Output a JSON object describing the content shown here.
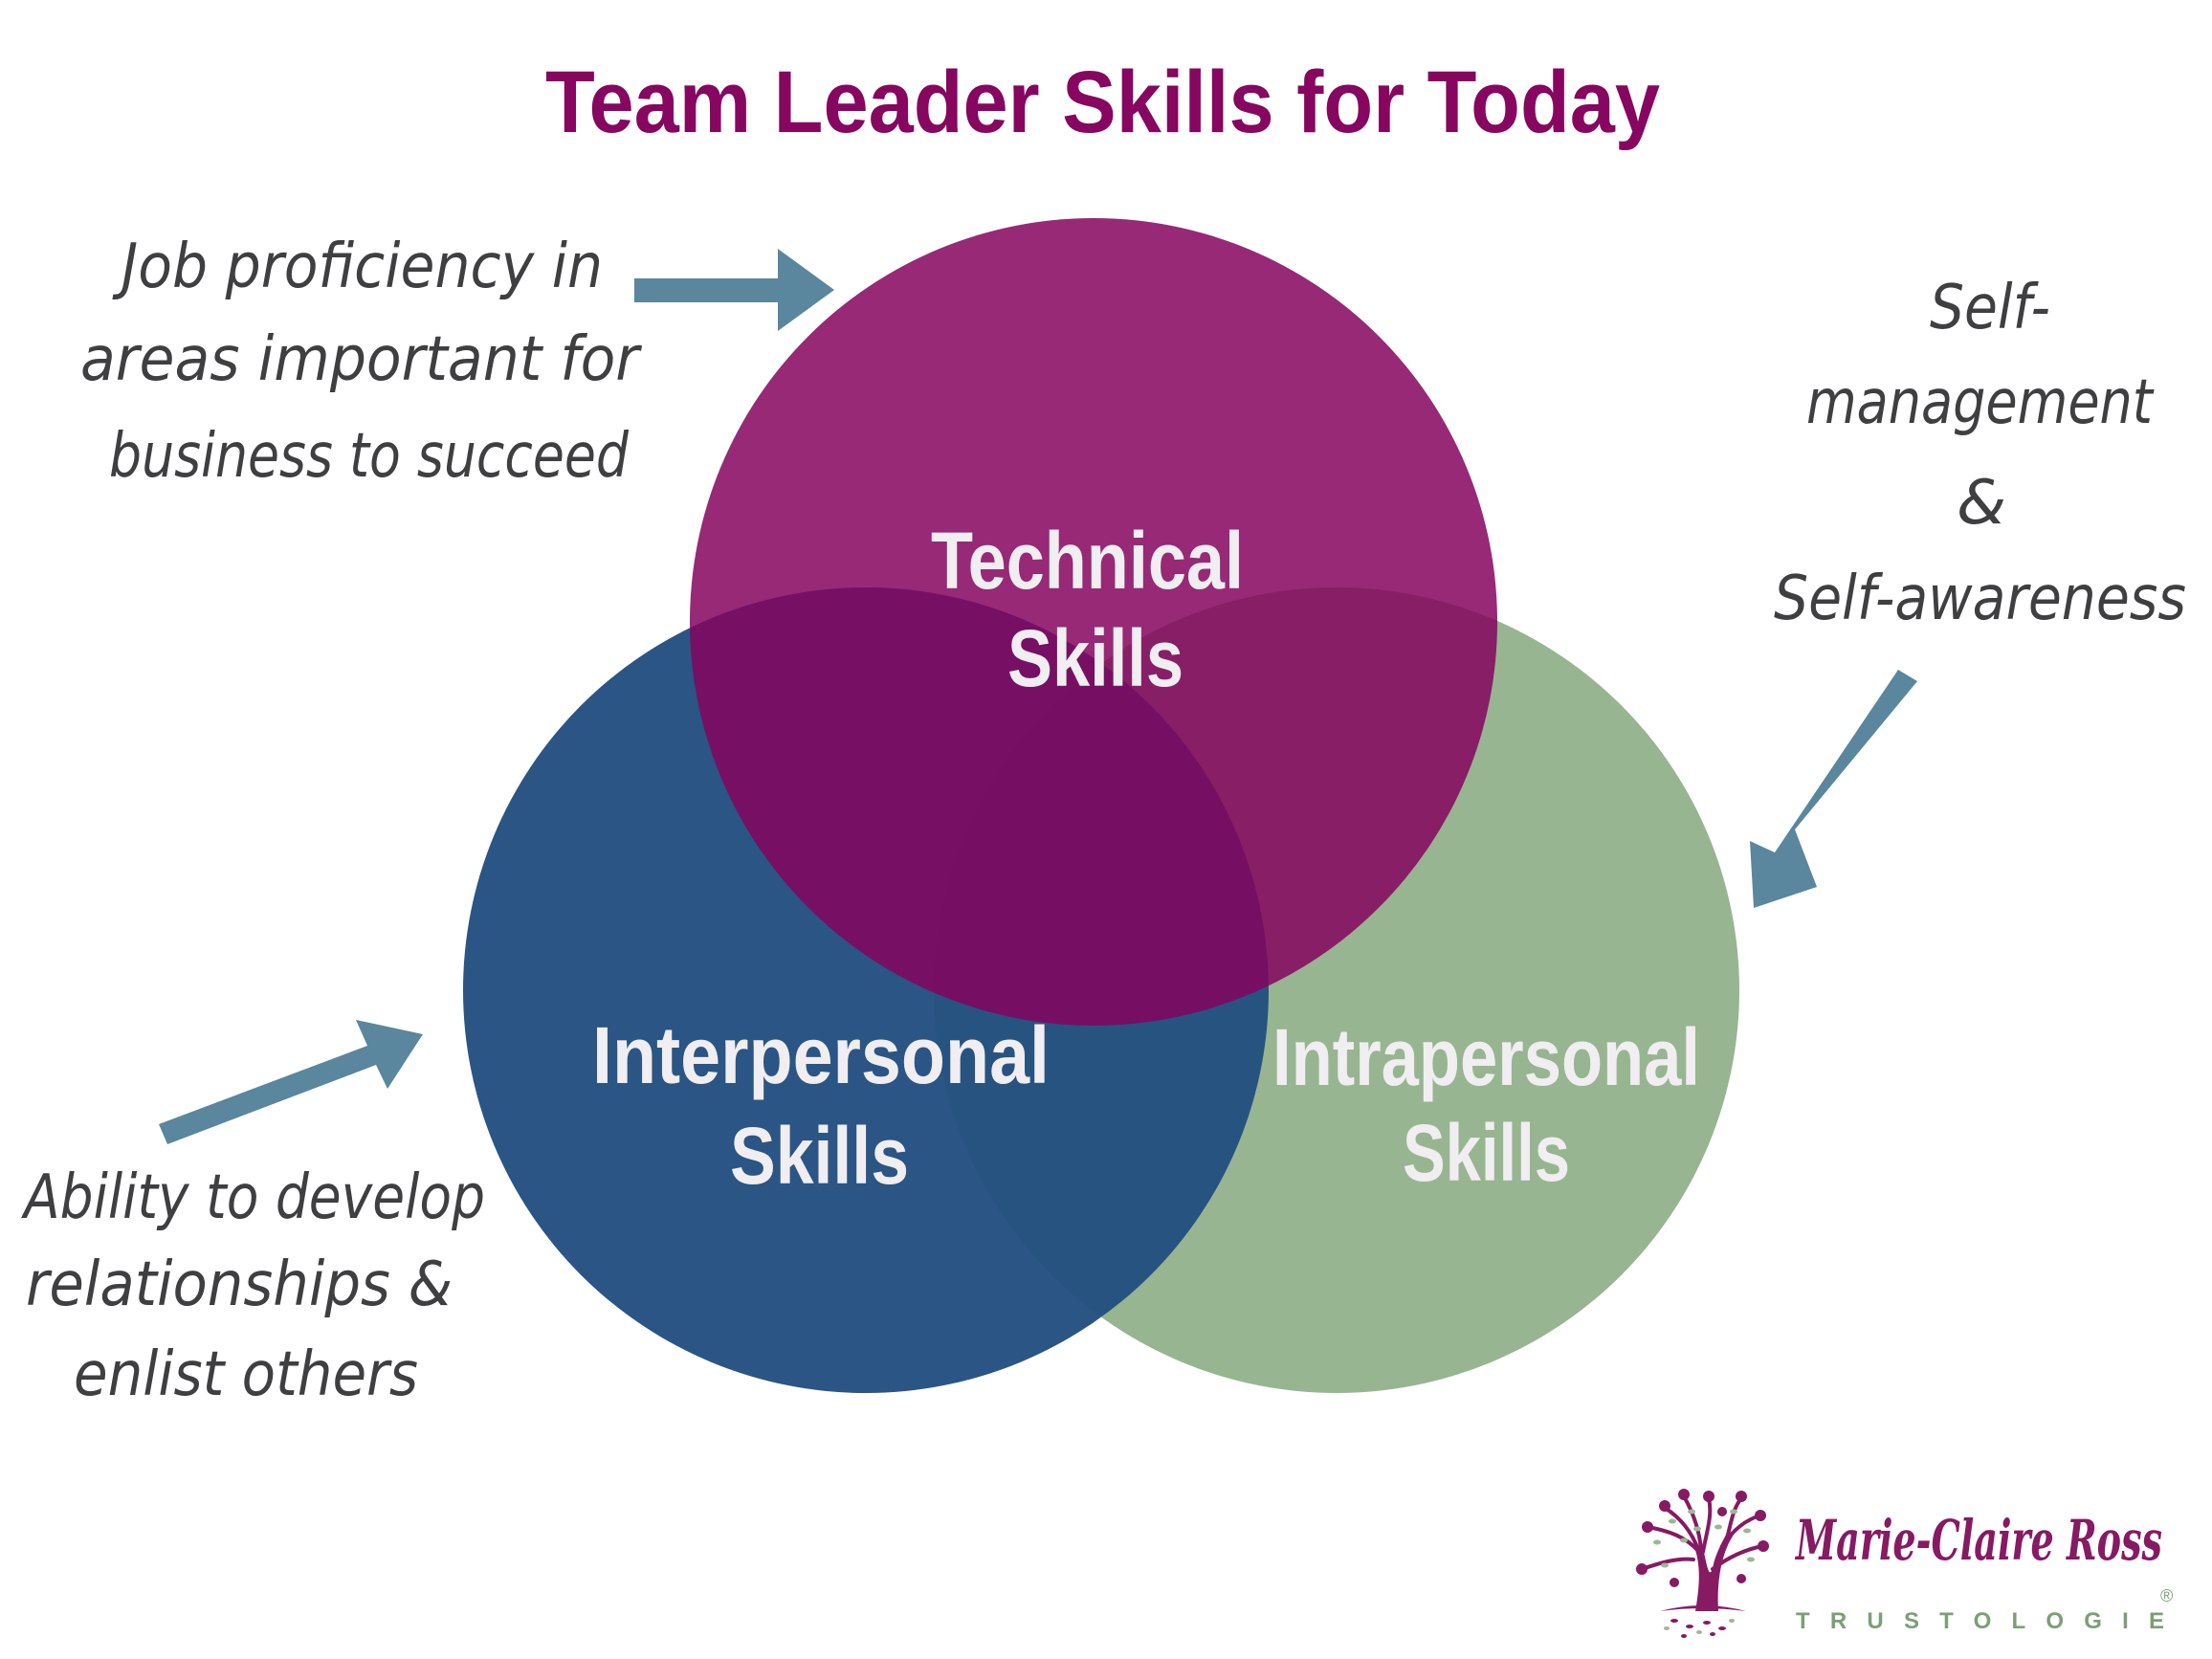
{
  "title": "Team Leader Skills for Today",
  "colors": {
    "title": "#860660",
    "technical_circle": "#972D79",
    "interpersonal_circle": "#255081",
    "intrapersonal_circle": "#97B591",
    "arrow": "#5A869E",
    "annotation_text": "#3F3F41",
    "label_text": "#F0EEF0",
    "brand_purple": "#861A63",
    "brand_green": "#7D9E77"
  },
  "circles": {
    "technical": {
      "line1": "Technical",
      "line2": "Skills"
    },
    "interpersonal": {
      "line1": "Interpersonal",
      "line2": "Skills"
    },
    "intrapersonal": {
      "line1": "Intrapersonal",
      "line2": "Skills"
    }
  },
  "annotations": {
    "technical": {
      "lines": [
        "Job proficiency in",
        "areas important for",
        "business to succeed"
      ]
    },
    "intrapersonal": {
      "lines": [
        "Self-",
        "management",
        "&",
        "Self-awareness"
      ]
    },
    "interpersonal": {
      "lines": [
        "Ability to develop",
        "relationships &",
        "enlist others"
      ]
    }
  },
  "logo": {
    "name": "Marie-Claire Ross",
    "brand": "TRUSTOLOGIE",
    "registered": "®"
  }
}
